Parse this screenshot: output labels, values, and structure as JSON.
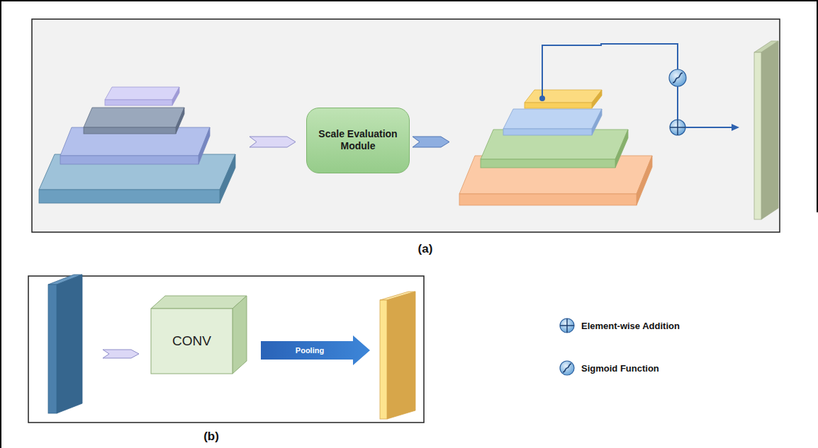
{
  "diagram": {
    "nodes": [
      {
        "text": [
          "Scale Evaluation Module"
        ]
      },
      {
        "text": [
          "CONV"
        ]
      }
    ],
    "labels": [
      "(a)",
      "(b)",
      "Pooling"
    ],
    "legend": [
      {
        "text": "Element-wise Addition"
      },
      {
        "text": "Sigmoid Function"
      }
    ]
  }
}
